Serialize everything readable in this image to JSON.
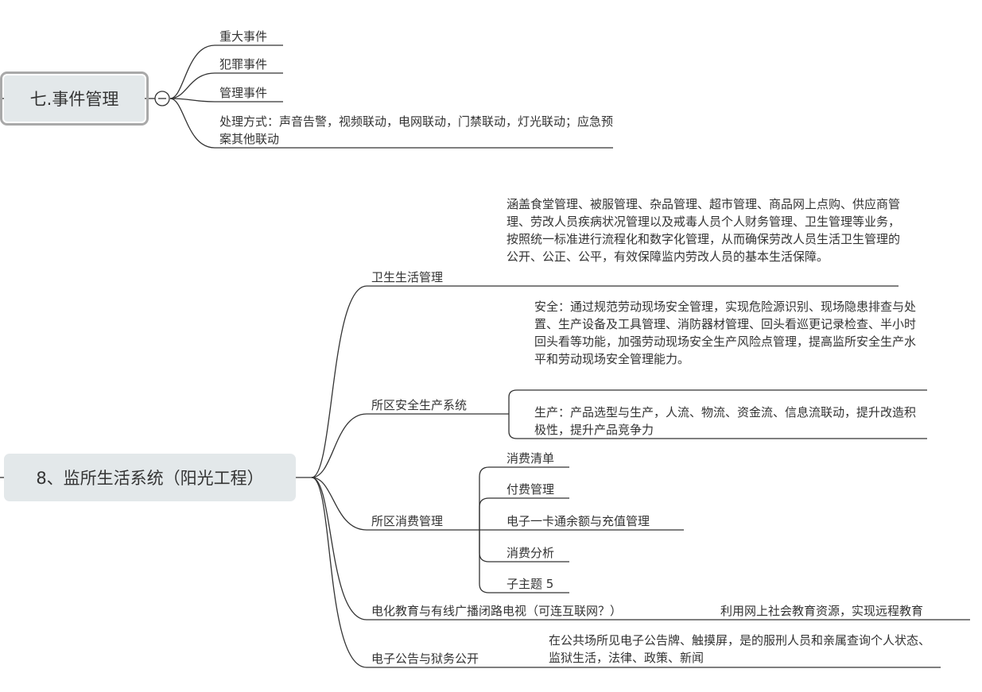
{
  "event_mgmt": {
    "title": "七.事件管理",
    "collapse_icon": "minus-circle-icon",
    "children": [
      "重大事件",
      "犯罪事件",
      "管理事件",
      "处理方式：声音告警，视频联动，电网联动，门禁联动，灯光联动；应急预案其他联动"
    ]
  },
  "prison_life": {
    "title": "8、监所生活系统（阳光工程）",
    "hygiene": {
      "label": "卫生生活管理",
      "desc": "涵盖食堂管理、被服管理、杂品管理、超市管理、商品网上点购、供应商管理、劳改人员疾病状况管理以及戒毒人员个人财务管理、卫生管理等业务，按照统一标准进行流程化和数字化管理，从而确保劳改人员生活卫生管理的公开、公正、公平，有效保障监内劳改人员的基本生活保障。"
    },
    "safety": {
      "label": "所区安全生产系统",
      "safe": "安全：通过规范劳动现场安全管理，实现危险源识别、现场隐患排查与处置、生产设备及工具管理、消防器材管理、回头看巡更记录检查、半小时回头看等功能，加强劳动现场安全生产风险点管理，提高监所安全生产水平和劳动现场安全管理能力。",
      "production": "生产：产品选型与生产，人流、物流、资金流、信息流联动，提升改造积极性，提升产品竞争力"
    },
    "consumption": {
      "label": "所区消费管理",
      "items": [
        "消费清单",
        "付费管理",
        "电子一卡通余额与充值管理",
        "消费分析",
        "子主题 5"
      ]
    },
    "education": {
      "label": "电化教育与有线广播闭路电视（可连互联网？）",
      "desc": "利用网上社会教育资源，实现远程教育"
    },
    "bulletin": {
      "label": "电子公告与狱务公开",
      "desc": "在公共场所见电子公告牌、触摸屏，是的服刑人员和亲属查询个人状态、监狱生活，法律、政策、新闻"
    }
  }
}
